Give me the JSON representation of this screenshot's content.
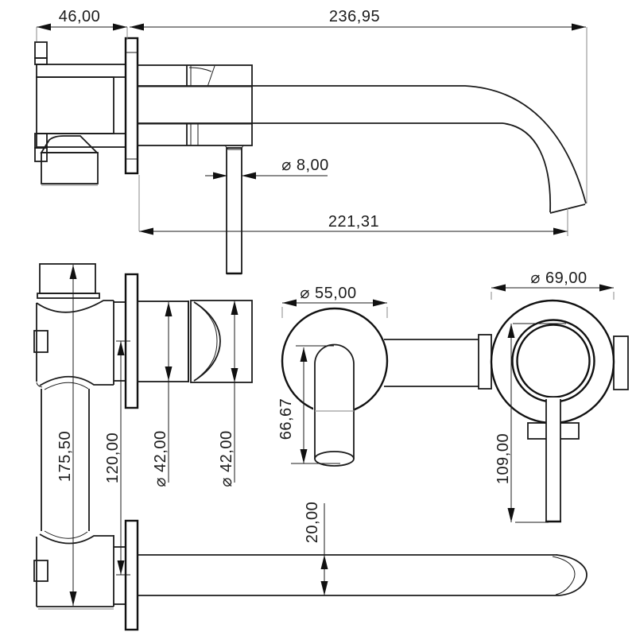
{
  "drawing": {
    "kind": "technical-drawing",
    "subject": "wall-mounted basin mixer tap with curved spout",
    "colors": {
      "line": "#1b1b1b",
      "thin_line": "#8a8a8a",
      "background": "#ffffff"
    }
  },
  "dimensions": {
    "side_view": {
      "wall_body_depth": "46,00",
      "overall_projection": "236,95",
      "lever_diameter": "⌀ 8,00",
      "spout_reach": "221,31"
    },
    "plan_view": {
      "body_length": "175,50",
      "axis_spacing": "120,00",
      "housing_diameter": "⌀ 42,00",
      "knob_diameter": "⌀ 42,00"
    },
    "spout_front_view": {
      "plate_diameter": "⌀ 55,00",
      "spout_drop": "66,67"
    },
    "handle_front_view": {
      "plate_diameter": "⌀ 69,00",
      "lever_drop": "109,00"
    },
    "spout_plan_view": {
      "spout_tube_diameter": "20,00"
    }
  }
}
